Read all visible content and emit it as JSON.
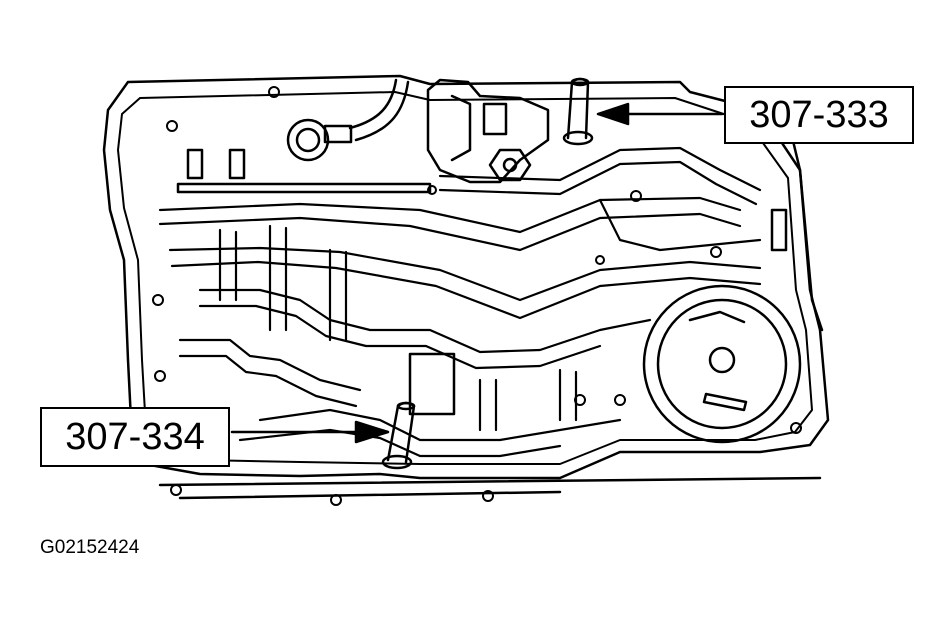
{
  "callouts": {
    "upper": "307-333",
    "lower": "307-334"
  },
  "figure_id": "G02152424",
  "colors": {
    "ink": "#000000",
    "paper": "#ffffff"
  }
}
